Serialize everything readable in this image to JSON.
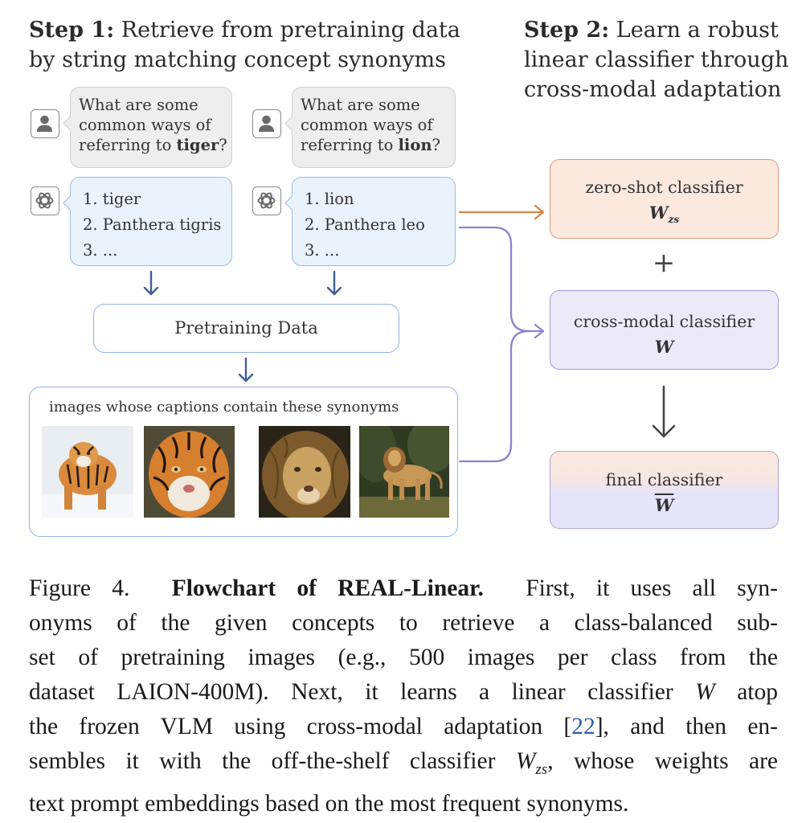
{
  "step1": {
    "bold": "Step 1:",
    "line1_rest": " Retrieve from pretraining data",
    "line2": "by string matching concept synonyms"
  },
  "step2": {
    "bold": "Step 2:",
    "line1_rest": " Learn a robust",
    "line2": "linear classifier through",
    "line3": "cross-modal adaptation"
  },
  "tiger_query": {
    "line1": "What are some",
    "line2": "common ways of",
    "line3_pre": "referring to ",
    "concept": "tiger",
    "line3_post": "?"
  },
  "lion_query": {
    "line1": "What are some",
    "line2": "common ways of",
    "line3_pre": "referring to ",
    "concept": "lion",
    "line3_post": "?"
  },
  "tiger_answer": [
    "1. tiger",
    "2. Panthera tigris",
    "3. ..."
  ],
  "lion_answer": [
    "1. lion",
    "2. Panthera leo",
    "3. ..."
  ],
  "pretraining_label": "Pretraining Data",
  "images_caption": "images whose captions contain these synonyms",
  "zs_classifier": {
    "name": "zero-shot classifier",
    "symbol": "W",
    "subscript": "zs"
  },
  "cm_classifier": {
    "name": "cross-modal classifier",
    "symbol": "W"
  },
  "plus": "+",
  "final_classifier": {
    "name": "final classifier",
    "symbol": "W"
  },
  "colors": {
    "blue": "#8fb2e2",
    "orange": "#d99b78",
    "purple": "#a49bd8"
  },
  "caption": {
    "fig": "Figure 4.",
    "title": "Flowchart of REAL-Linear.",
    "l1_rest": "First, it uses all syn-",
    "l2": "onyms of the given concepts to retrieve a class-balanced sub-",
    "l3": "set of pretraining images (e.g., 500 images per class from the",
    "l4a": "dataset LAION-400M). Next, it learns a linear classifier",
    "l4var": "W",
    "l4b": "atop",
    "l5a": "the frozen VLM using cross-modal adaptation [",
    "l5ref": "22",
    "l5b": "], and then en-",
    "l6a": "sembles it with the off-the-shelf classifier",
    "l6var": "W",
    "l6sub": "zs",
    "l6b": ", whose weights are",
    "l7": "text prompt embeddings based on the most frequent synonyms."
  }
}
